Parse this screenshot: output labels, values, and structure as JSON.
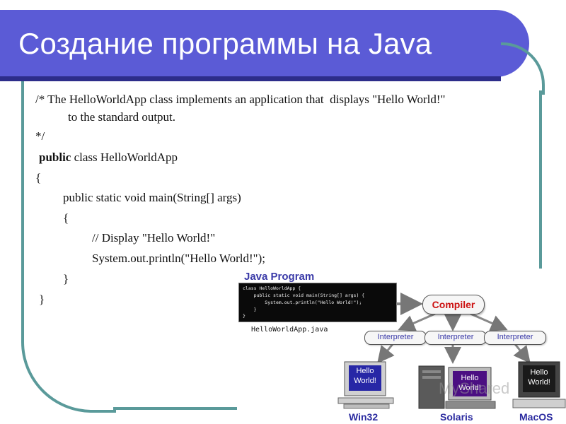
{
  "slide": {
    "title": "Создание программы на Java"
  },
  "code": {
    "comment_line1": "/* The HelloWorldApp class implements an application that  displays \"Hello World!\"",
    "comment_line2": "to the standard output.",
    "comment_end": "*/",
    "public_kw": "public",
    "class_decl": " class HelloWorldApp",
    "brace_open": "{",
    "main_decl": "public static void main(String[] args)",
    "inner_brace_open": "{",
    "display_comment": "// Display \"Hello World!\"",
    "println_stmt": "System.out.println(\"Hello World!\");",
    "inner_brace_close": "}",
    "brace_close": "}"
  },
  "diagram": {
    "title": "Java Program",
    "code_box": {
      "line1": "class HelloWorldApp {",
      "line2": "    public static void main(String[] args) {",
      "line3": "        System.out.println(\"Hello World!\");",
      "line4": "    }",
      "line5": "}"
    },
    "file_name": "HelloWorldApp.java",
    "compiler_label": "Compiler",
    "interpreters": [
      "Interpreter",
      "Interpreter",
      "Interpreter"
    ],
    "screen_text_line1": "Hello",
    "screen_text_line2": "World!",
    "platforms": [
      "Win32",
      "Solaris",
      "MacOS"
    ],
    "colors": {
      "title_blue": "#3a3aa8",
      "compiler_red": "#cc1111",
      "platform_blue": "#2b2ba0"
    }
  },
  "watermark": "MyShared",
  "colors": {
    "banner": "#5b5bd6",
    "banner_underline": "#2d2d8a",
    "frame": "#5a9a9a"
  }
}
